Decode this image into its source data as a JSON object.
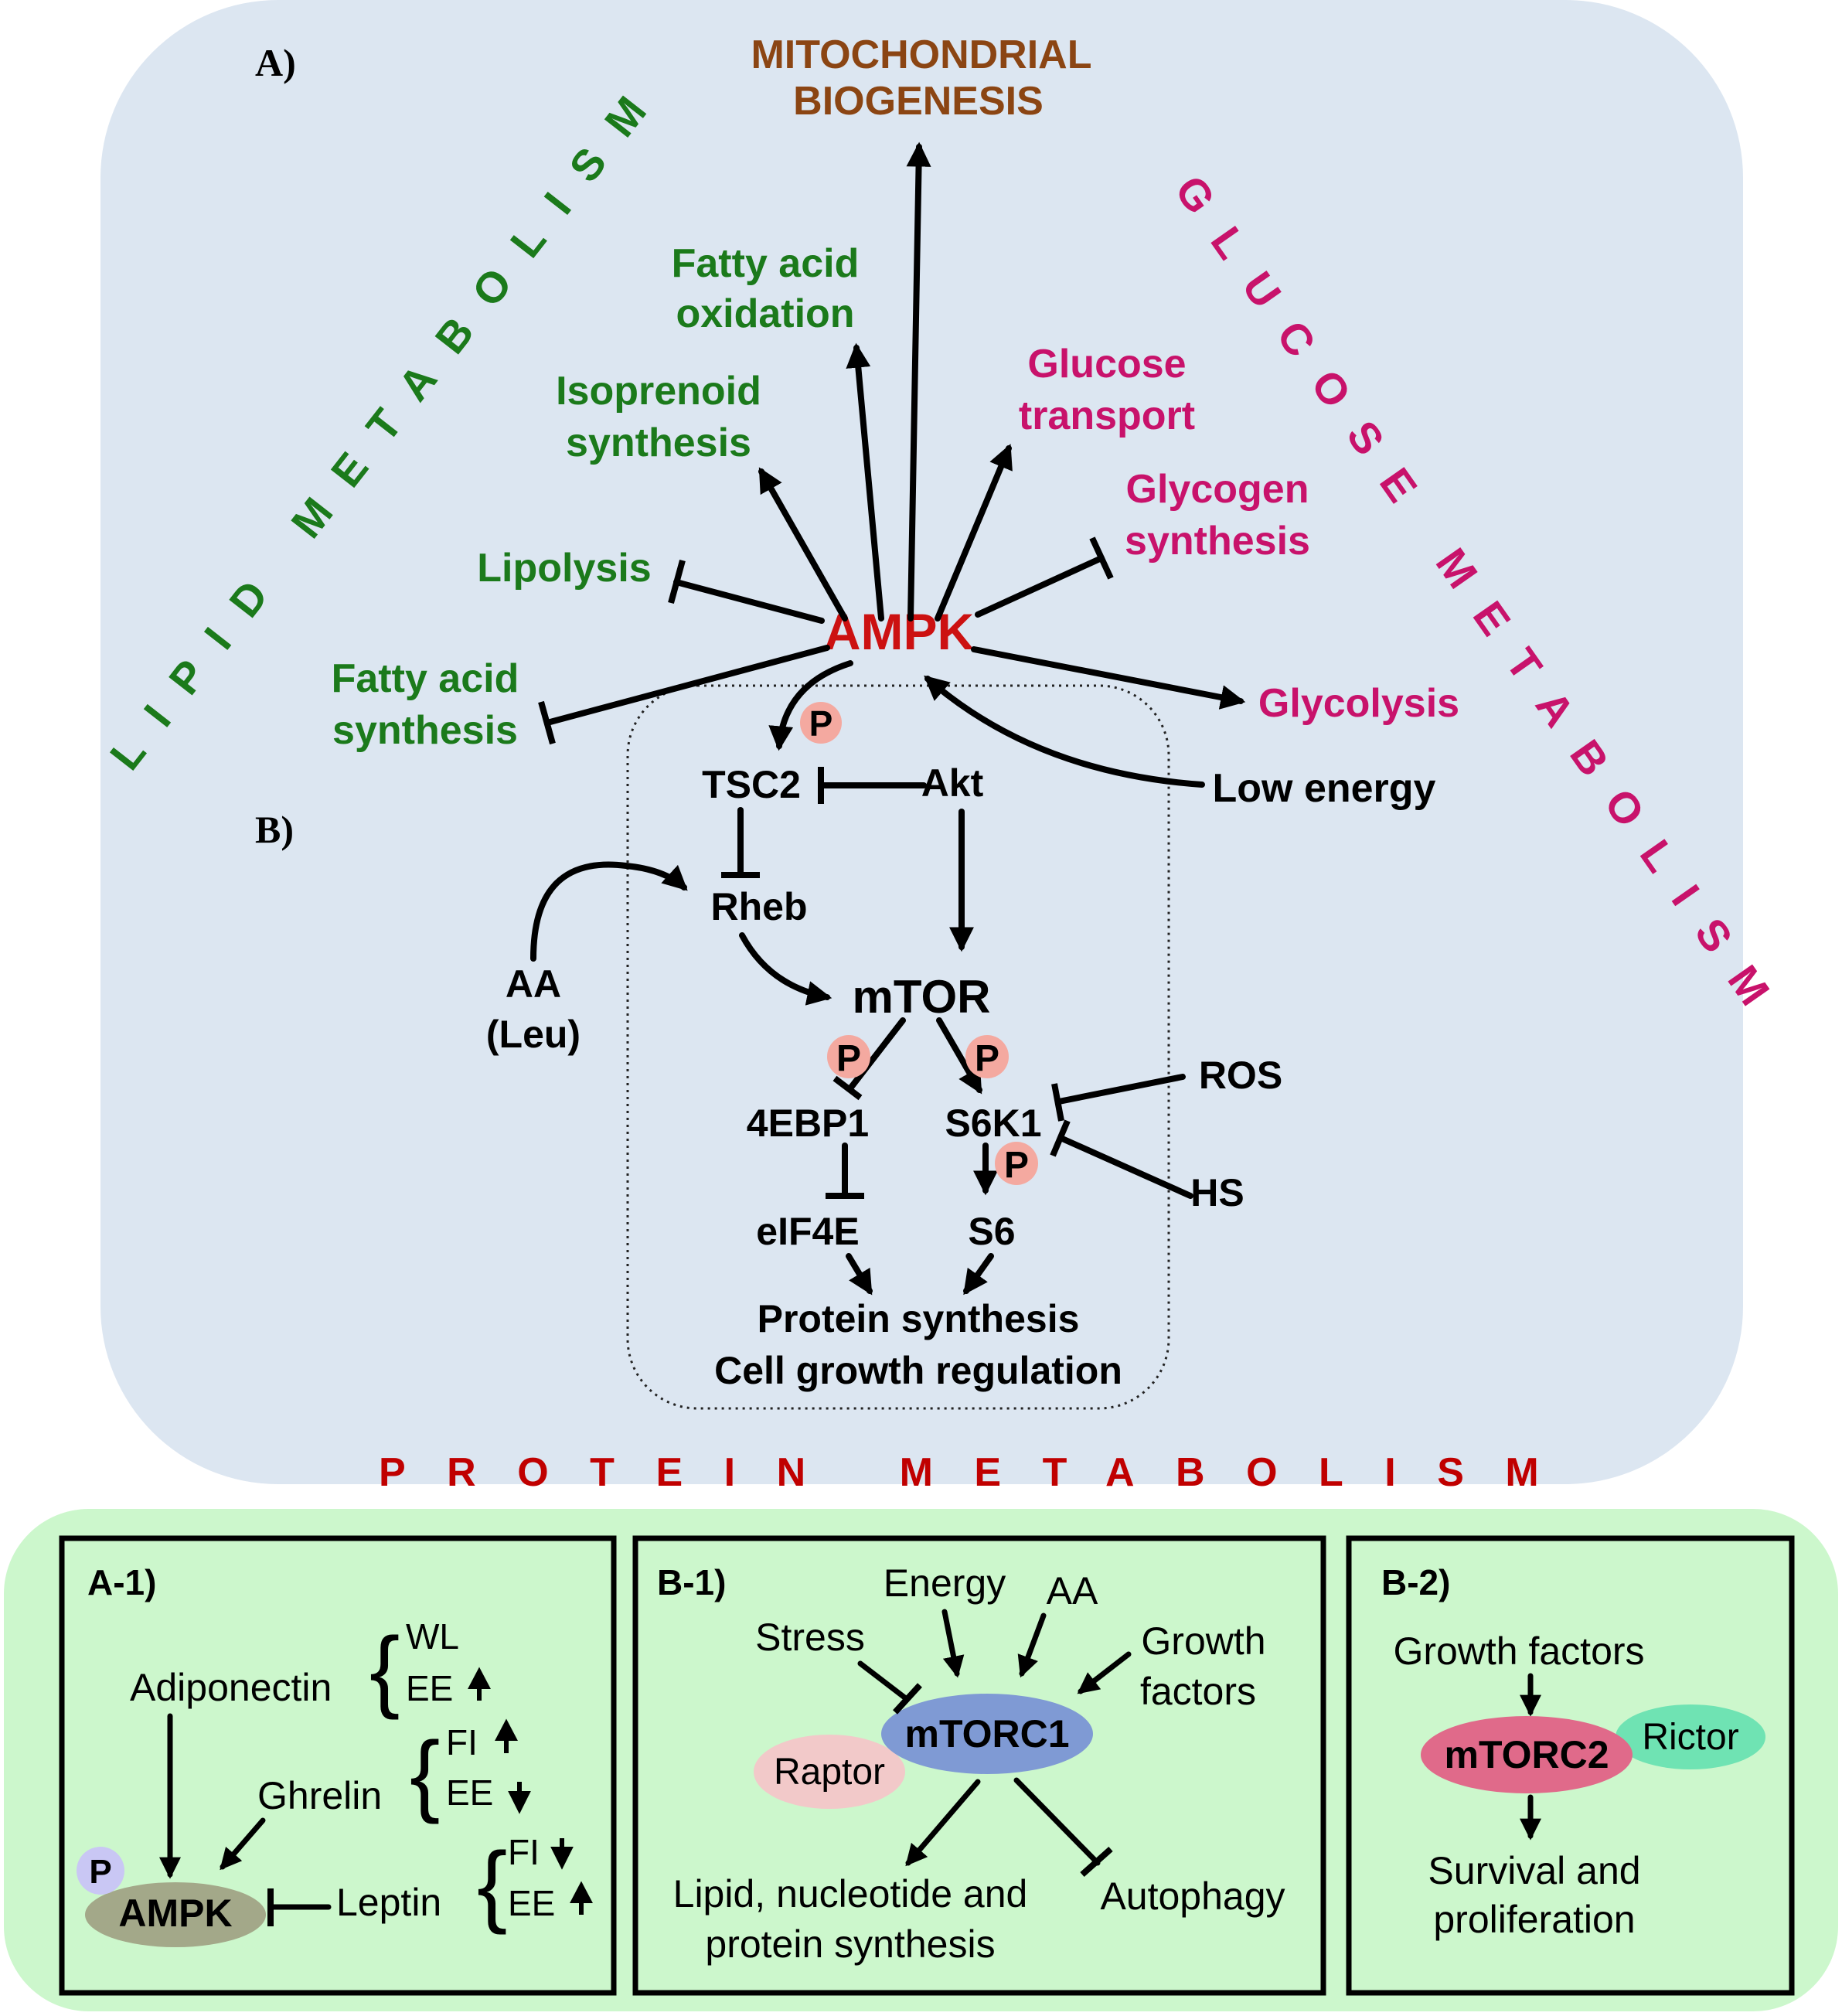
{
  "colors": {
    "panel_blue": "#dce6f1",
    "panel_green": "#ccf7cc",
    "lipid_green": "#1b7a1b",
    "glucose_pink": "#c8126b",
    "ampk_red": "#cc1111",
    "protein_red": "#c00000",
    "mito_brown": "#8b4513",
    "p_badge": "#f4a9a0",
    "p_badge_purple": "#c9c7f4",
    "ampk_oval": "#a3a889",
    "mtorc1_oval": "#7f9ad4",
    "raptor_oval": "#f2c9c9",
    "mtorc2_oval": "#e06a8a",
    "rictor_oval": "#6fe3b3"
  },
  "panelA": {
    "label": "A)",
    "mito": [
      "MITOCHONDRIAL",
      "BIOGENESIS"
    ],
    "lipid_title": "LIPID METABOLISM",
    "glucose_title": "GLUCOSE METABOLISM",
    "ampk": "AMPK",
    "lipid": {
      "fao": [
        "Fatty acid",
        "oxidation"
      ],
      "iso": [
        "Isoprenoid",
        "synthesis"
      ],
      "lipolysis": "Lipolysis",
      "fas": [
        "Fatty acid",
        "synthesis"
      ]
    },
    "glucose": {
      "transport": [
        "Glucose",
        "transport"
      ],
      "glycogen": [
        "Glycogen",
        "synthesis"
      ],
      "glycolysis": "Glycolysis"
    },
    "low_energy": "Low energy"
  },
  "panelB": {
    "label": "B)",
    "p": "P",
    "tsc2": "TSC2",
    "akt": "Akt",
    "rheb": "Rheb",
    "aa": [
      "AA",
      "(Leu)"
    ],
    "mtor": "mTOR",
    "ebp1": "4EBP1",
    "s6k1": "S6K1",
    "ros": "ROS",
    "hs": "HS",
    "eif4e": "eIF4E",
    "s6": "S6",
    "outcome": [
      "Protein synthesis",
      "Cell growth regulation"
    ],
    "protein_title": "PROTEIN METABOLISM"
  },
  "boxA1": {
    "label": "A-1)",
    "adiponectin": "Adiponectin",
    "ghrelin": "Ghrelin",
    "leptin": "Leptin",
    "ampk": "AMPK",
    "p": "P",
    "wl": "WL",
    "ee": "EE",
    "fi": "FI"
  },
  "boxB1": {
    "label": "B-1)",
    "energy": "Energy",
    "aa": "AA",
    "stress": "Stress",
    "growth": [
      "Growth",
      "factors"
    ],
    "mtorc1": "mTORC1",
    "raptor": "Raptor",
    "synthesis": [
      "Lipid, nucleotide and",
      "protein synthesis"
    ],
    "autophagy": "Autophagy"
  },
  "boxB2": {
    "label": "B-2)",
    "growth": "Growth factors",
    "mtorc2": "mTORC2",
    "rictor": "Rictor",
    "survival": [
      "Survival and",
      "proliferation"
    ]
  }
}
